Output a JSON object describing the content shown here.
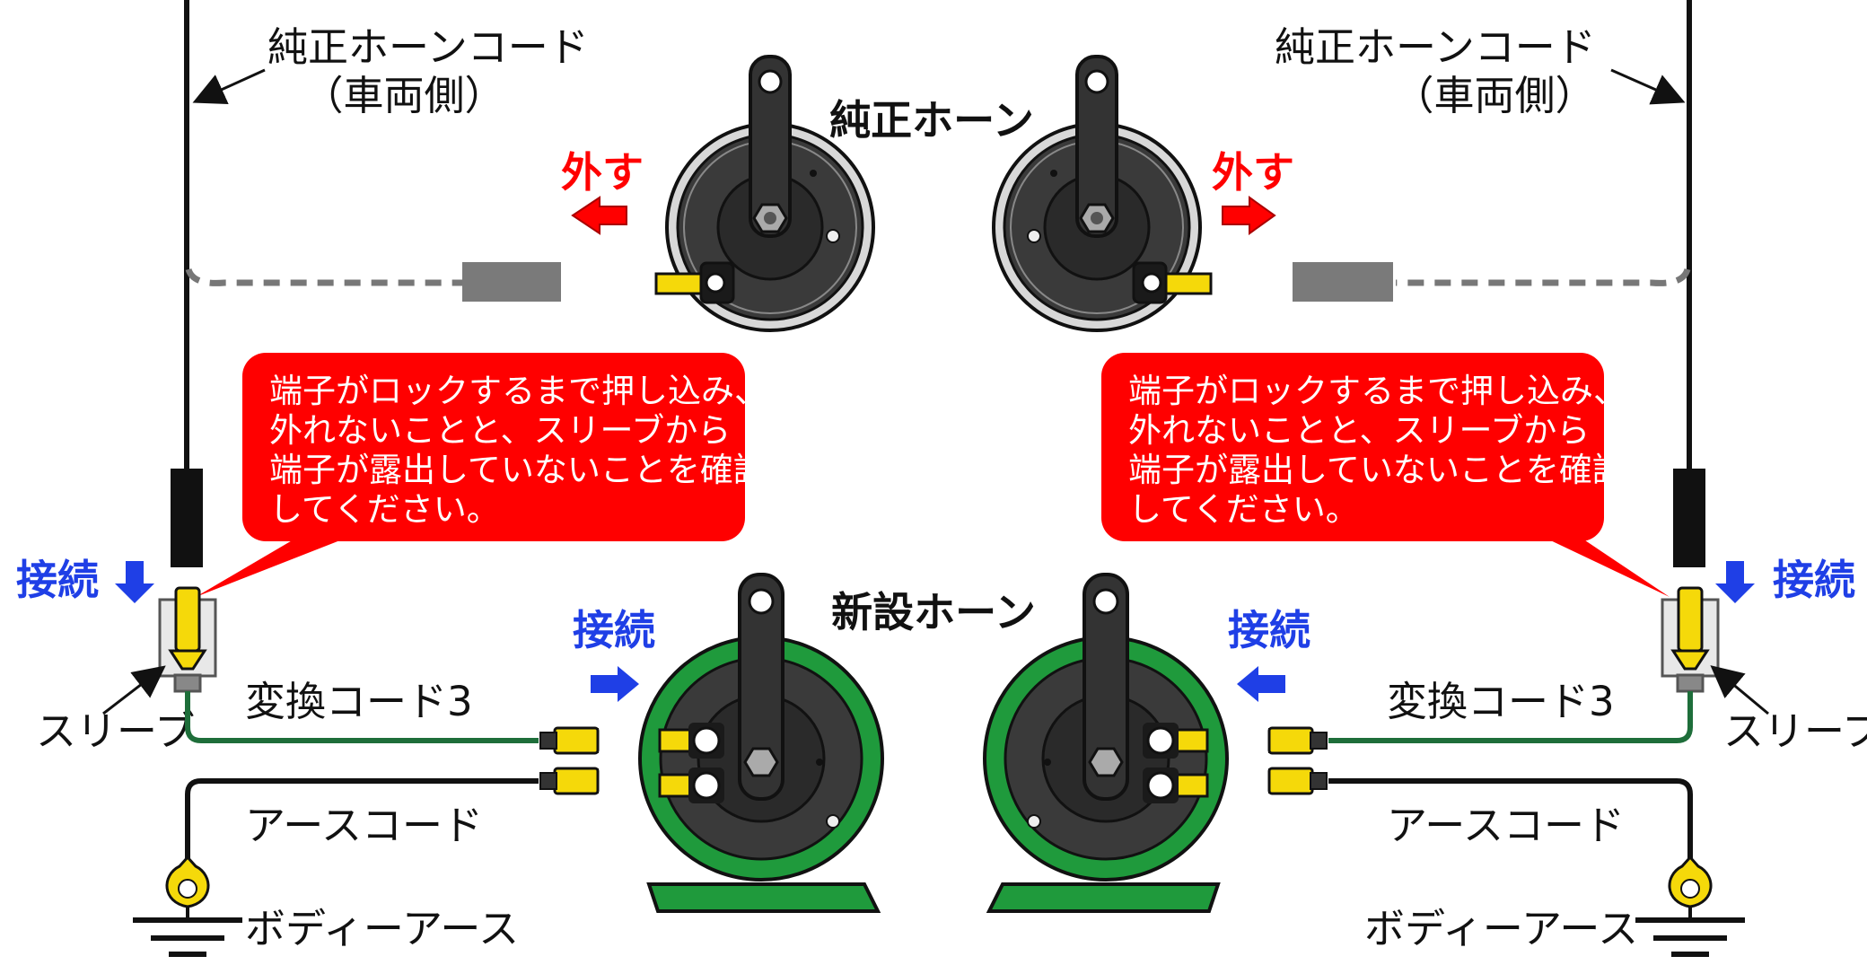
{
  "labels": {
    "oem_cord_left": "純正ホーンコード",
    "oem_cord_left_sub": "（車両側）",
    "oem_cord_right": "純正ホーンコード",
    "oem_cord_right_sub": "（車両側）",
    "oem_horn_title": "純正ホーン",
    "remove_left": "外す",
    "remove_right": "外す",
    "new_horn_title": "新設ホーン",
    "connect_left_top": "接続",
    "connect_right_top": "接続",
    "connect_left_mid": "接続",
    "connect_right_mid": "接続",
    "sleeve_left": "スリーブ",
    "sleeve_right": "スリーブ",
    "conv_cord_left": "変換コード3",
    "conv_cord_right": "変換コード3",
    "earth_cord_left": "アースコード",
    "earth_cord_right": "アースコード",
    "body_earth_left": "ボディーアース",
    "body_earth_right": "ボディーアース"
  },
  "callout": {
    "lines": [
      "端子がロックするまで押し込み、",
      "外れないことと、スリーブから",
      "端子が露出していないことを確認",
      "してください。"
    ]
  },
  "colors": {
    "accent_red": "#ff0000",
    "connect_blue": "#1f3fe6",
    "horn_green": "#1f9a3c",
    "horn_dark": "#3a3a3a",
    "terminal_yellow": "#f5d90a",
    "green_wire": "#1e6e3a"
  },
  "icons": [
    "horn",
    "arrow-left",
    "arrow-right",
    "arrow-down",
    "ground-symbol",
    "terminal-connector"
  ]
}
